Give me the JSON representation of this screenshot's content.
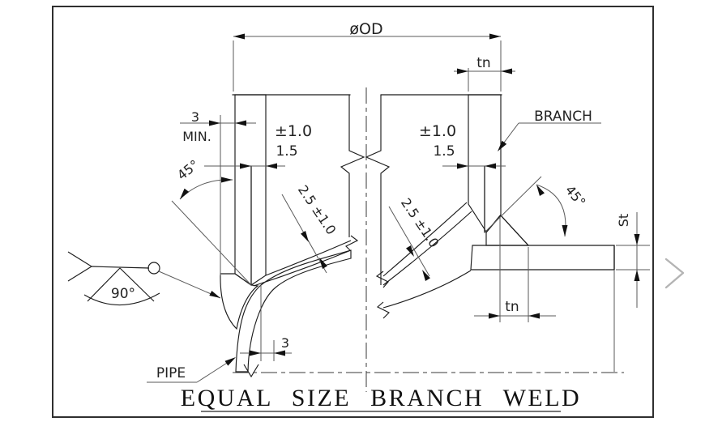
{
  "drawing": {
    "title": "EQUAL SIZE BRANCH WELD",
    "labels": {
      "outer_diameter": "øOD",
      "wall_thickness_top": "tn",
      "branch": "BRANCH",
      "pipe": "PIPE",
      "min_offset_value": "3",
      "min_offset_suffix": "MIN.",
      "tolerance_left": "±1.0",
      "root_face_left": "1.5",
      "tolerance_right": "±1.0",
      "root_face_right": "1.5",
      "bevel_angle_left": "45°",
      "bevel_angle_right": "45°",
      "root_gap_left": "2.5 ±1.0",
      "root_gap_right": "2.5 ±1.0",
      "weld_symbol_angle": "90°",
      "root_opening": "3",
      "wall_thickness_bottom": "tn",
      "run_wall_thickness": "St"
    },
    "colors": {
      "object_line": "#1c1c1c",
      "thin_line": "#5a5a5a",
      "background": "#ffffff",
      "border": "#2f2f2f",
      "chevron": "#b4b4b4"
    }
  },
  "nav": {
    "next_icon": "chevron-right"
  }
}
